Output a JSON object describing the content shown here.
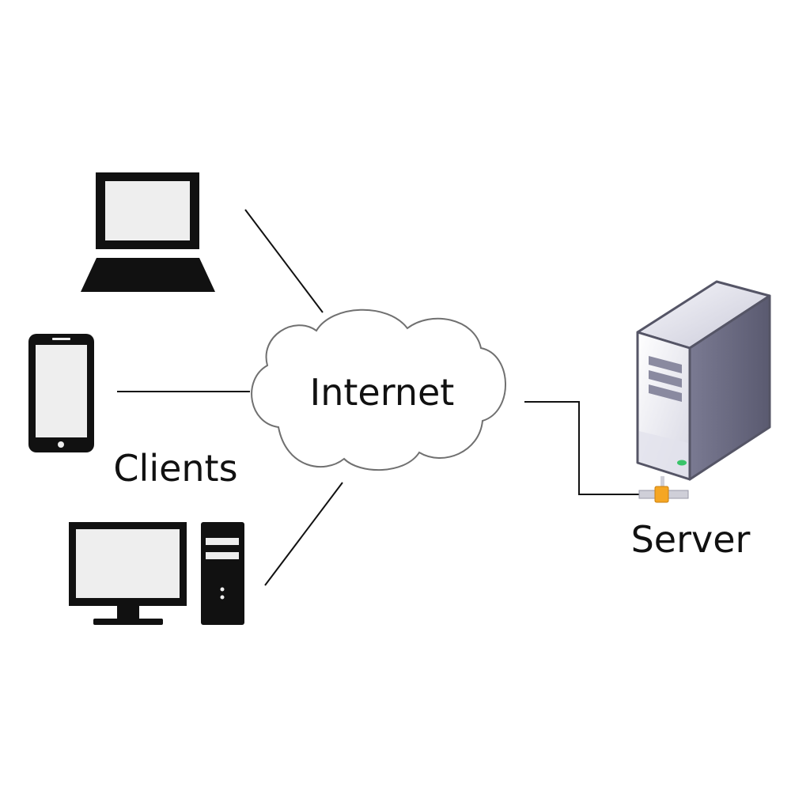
{
  "diagram": {
    "cloud_label": "Internet",
    "clients_label": "Clients",
    "server_label": "Server",
    "nodes": [
      {
        "id": "laptop",
        "icon": "laptop-icon"
      },
      {
        "id": "smartphone",
        "icon": "smartphone-icon"
      },
      {
        "id": "desktop",
        "icon": "desktop-computer-icon"
      },
      {
        "id": "internet",
        "icon": "cloud-icon"
      },
      {
        "id": "server",
        "icon": "server-tower-icon"
      }
    ],
    "connections": [
      {
        "from": "laptop",
        "to": "internet"
      },
      {
        "from": "smartphone",
        "to": "internet"
      },
      {
        "from": "desktop",
        "to": "internet"
      },
      {
        "from": "internet",
        "to": "server"
      }
    ],
    "colors": {
      "icon": "#111111",
      "screen": "#eeeeee",
      "cloud_fill": "#ffffff",
      "cloud_stroke": "#707070",
      "server_light": "#f4f4fa",
      "server_dark": "#6f6f86",
      "connector": "#f5a623",
      "led": "#39c46a"
    }
  }
}
